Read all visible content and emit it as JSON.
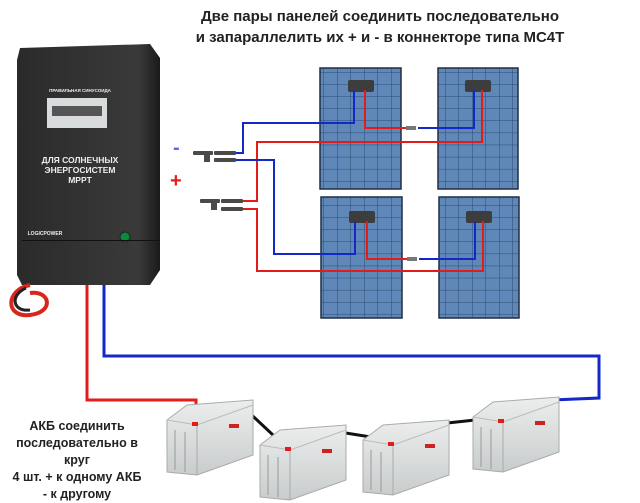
{
  "title": {
    "line1": "Две пары панелей соединить последовательно",
    "line2": "и запараллелить их + и - в коннекторе типа MC4T"
  },
  "polarity": {
    "minus": "-",
    "plus": "+"
  },
  "inverter": {
    "top_label": "ПРАВИЛЬНАЯ СИНУСОИДА",
    "main_label_1": "ДЛЯ СОЛНЕЧНЫХ",
    "main_label_2": "ЭНЕРГОСИСТЕМ",
    "main_label_3": "MPPT",
    "brand": "LOGICPOWER"
  },
  "battery_note": {
    "line1": "АКБ соединить",
    "line2": "последовательно в круг",
    "line3": "4 шт. + к одному АКБ",
    "line4": "- к другому"
  },
  "colors": {
    "positive": "#e31b1b",
    "negative": "#1428c8",
    "panel": "#5f88b8",
    "panel_grid": "#2c4a70"
  }
}
